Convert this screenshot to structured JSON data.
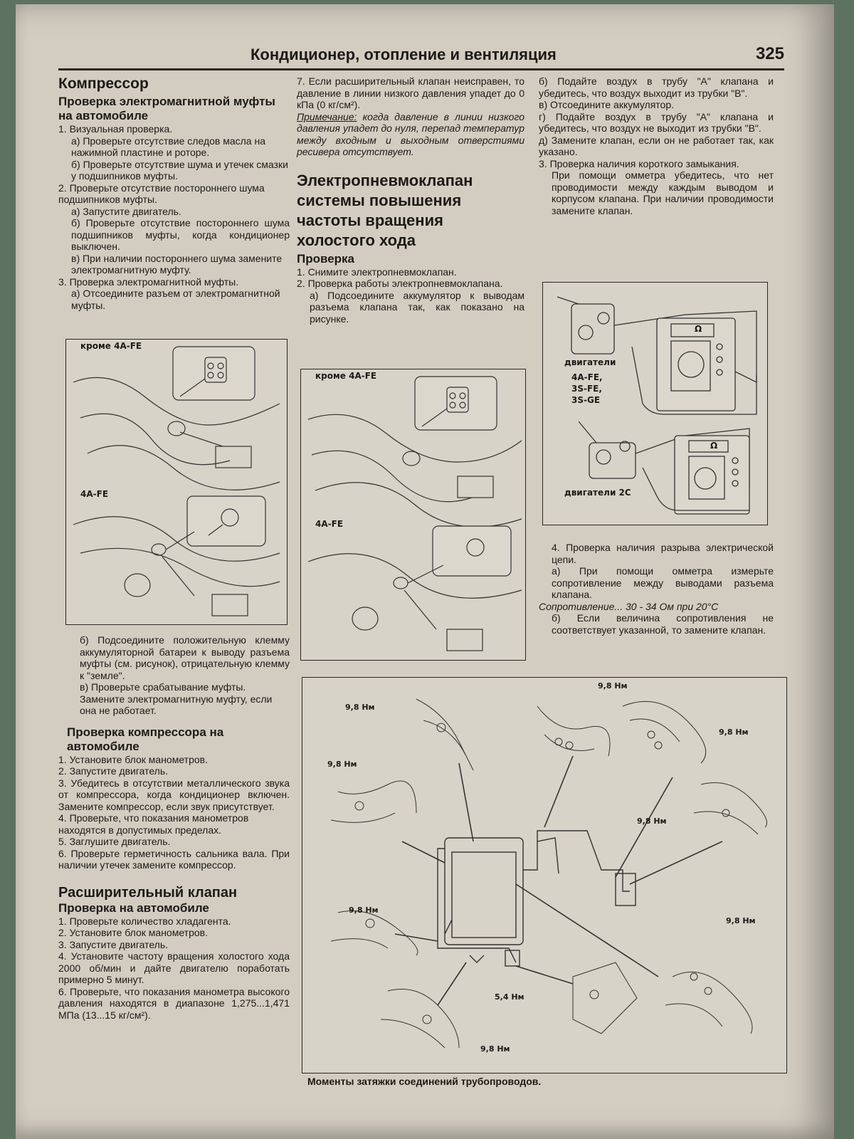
{
  "header": {
    "title": "Кондиционер, отопление и вентиляция",
    "page_number": "325"
  },
  "col1": {
    "section_title": "Компрессор",
    "sub1": "Проверка электромагнитной муфты на автомобиле",
    "items1": [
      "1. Визуальная проверка.",
      "а) Проверьте отсутствие следов масла на нажимной пластине и роторе.",
      "б) Проверьте отсутствие шума и утечек смазки у подшипников муфты.",
      "2. Проверьте отсутствие постороннего шума подшипников муфты.",
      "а) Запустите двигатель.",
      "б) Проверьте отсутствие постороннего шума подшипников муфты, когда кондиционер выключен.",
      "в) При наличии постороннего шума замените электромагнитную муфту.",
      "3. Проверка электромагнитной муфты.",
      "а) Отсоедините разъем от электромагнитной муфты."
    ],
    "fig_label_top": "кроме 4A-FE",
    "fig_label_bottom": "4A-FE",
    "items2": [
      "б) Подсоедините положительную клемму аккумуляторной батареи к выводу разъема муфты (см. рисунок), отрицательную клемму к \"земле\".",
      "в) Проверьте срабатывание муфты. Замените электромагнитную муфту, если она не работает."
    ],
    "sub2": "Проверка компрессора на автомобиле",
    "items3": [
      "1. Установите блок манометров.",
      "2. Запустите двигатель.",
      "3. Убедитесь в отсутствии металлического звука от компрессора, когда кондиционер включен. Замените компрессор, если звук присутствует.",
      "4. Проверьте, что показания манометров находятся в допустимых пределах.",
      "5. Заглушите двигатель.",
      "6. Проверьте герметичность сальника вала. При наличии утечек замените компрессор."
    ],
    "section2_title": "Расширительный клапан",
    "sub3": "Проверка на автомобиле",
    "items4": [
      "1. Проверьте количество хладагента.",
      "2. Установите блок манометров.",
      "3. Запустите двигатель.",
      "4. Установите частоту вращения холостого хода 2000 об/мин и дайте двигателю поработать примерно 5 минут.",
      "6. Проверьте, что показания манометра высокого давления находятся в диапазоне 1,275...1,471 МПа (13...15 кг/см²)."
    ]
  },
  "col2": {
    "item7": "7. Если расширительный клапан неисправен, то давление в линии низкого давления упадет до 0 кПа (0 кг/см²).",
    "note_label": "Примечание:",
    "note_text": " когда давление в линии низкого давления упадет до нуля, перепад температур между входным и выходным отверстиями ресивера отсутствует.",
    "section_title": "Электропневмоклапан системы повышения частоты вращения холостого хода",
    "sub": "Проверка",
    "items": [
      "1. Снимите электропневмоклапан.",
      "2. Проверка работы электропневмоклапана.",
      "а) Подсоедините аккумулятор к выводам разъема клапана так, как показано на рисунке."
    ],
    "fig_label_top": "кроме 4A-FE",
    "fig_label_bottom": "4A-FE"
  },
  "col3": {
    "items": [
      "б) Подайте воздух в трубу \"А\" клапана и убедитесь, что воздух выходит из трубки \"В\".",
      "в) Отсоедините аккумулятор.",
      "г) Подайте воздух в трубу \"А\" клапана и убедитесь, что воздух не выходит из трубки \"В\".",
      "д) Замените клапан, если он не работает так, как указано.",
      "3. Проверка наличия короткого замыкания.",
      "При помощи омметра убедитесь, что нет проводимости между каждым выводом и корпусом клапана. При наличии проводимости замените клапан."
    ],
    "fig_engines_1": "двигатели",
    "fig_engines_1_list": "4A-FE,\n3S-FE,\n3S-GE",
    "fig_engines_2": "двигатели  2C",
    "ohm": "Ω",
    "items2": [
      "4. Проверка наличия разрыва электрической цепи.",
      "а) При помощи омметра измерьте сопротивление между выводами разъема клапана."
    ],
    "spec_label": "Сопротивление",
    "spec_value": "... 30 - 34 Ом при 20°С",
    "items3": [
      "б) Если величина сопротивления не соответствует указанной, то замените клапан."
    ]
  },
  "bottom_figure": {
    "torques": [
      "9,8 Нм",
      "9,8 Нм",
      "9,8 Нм",
      "9,8 Нм",
      "9,8 Нм",
      "9,8 Нм",
      "9,8 Нм",
      "5,4 Нм",
      "9,8 Нм"
    ],
    "caption": "Моменты затяжки соединений трубопроводов."
  }
}
